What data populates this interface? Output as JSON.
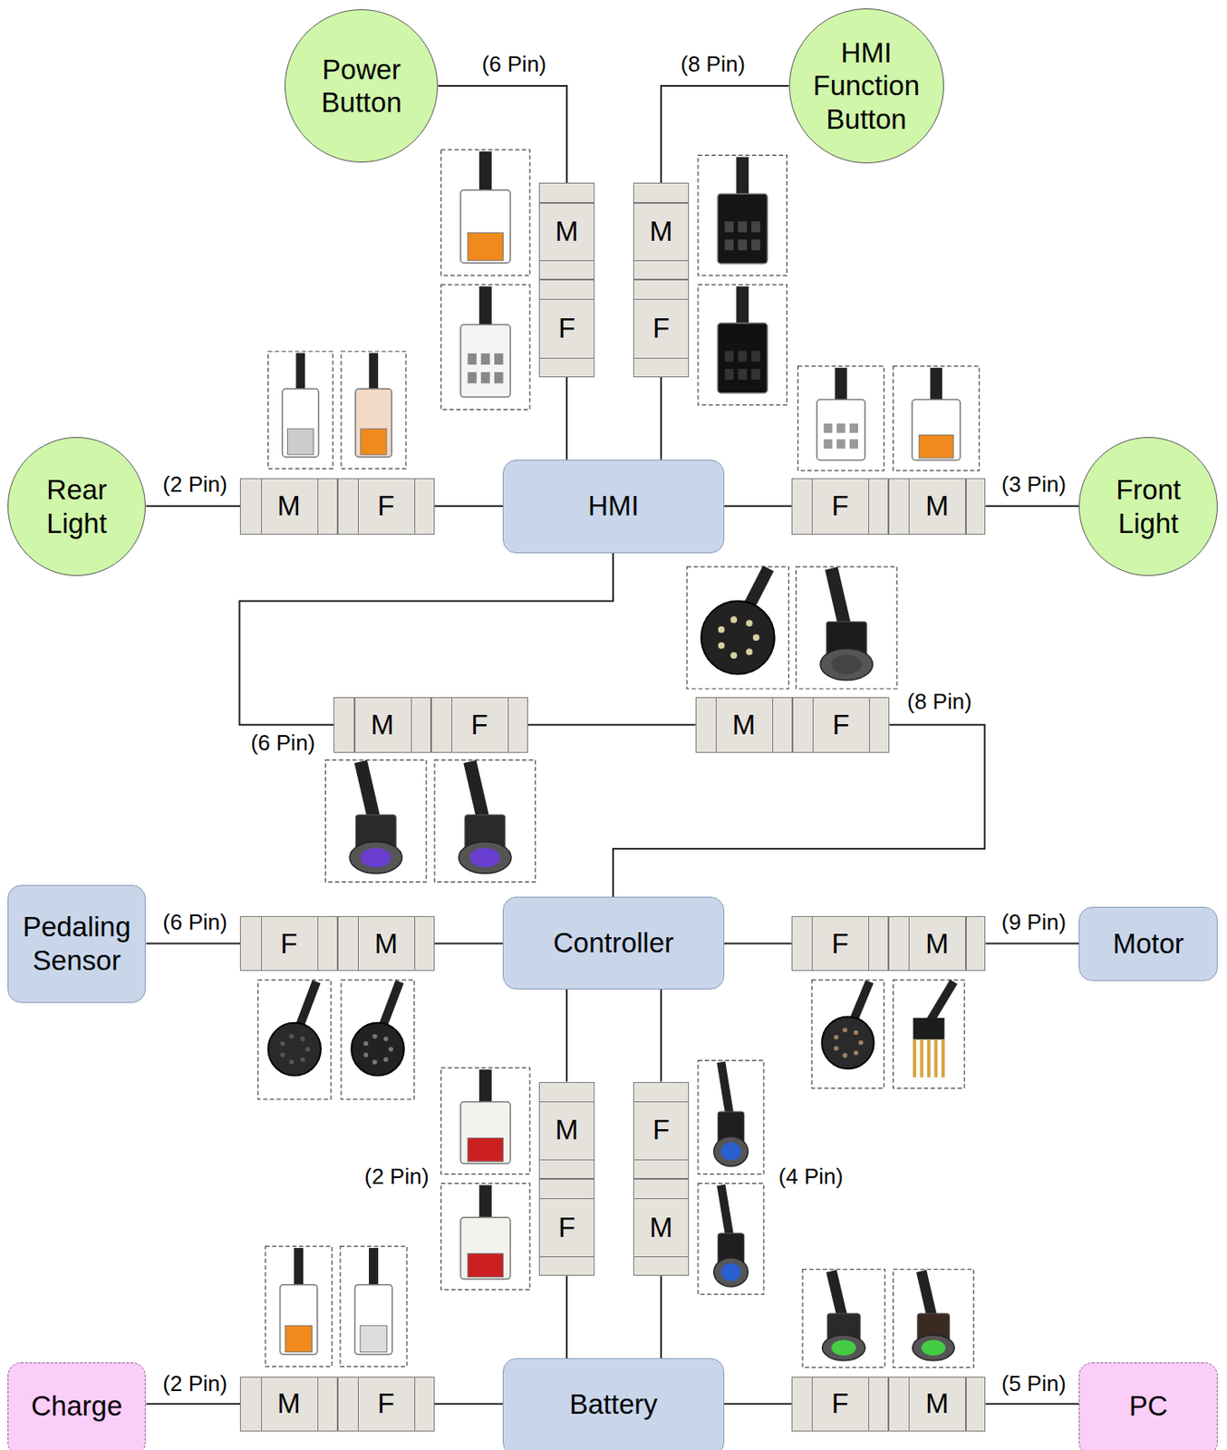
{
  "diagram": {
    "nodes": [
      {
        "text": [
          "Power Button"
        ]
      },
      {
        "text": [
          "HMI Function Button"
        ]
      },
      {
        "text": [
          "M"
        ]
      },
      {
        "text": [
          "M"
        ]
      },
      {
        "text": [
          "F"
        ]
      },
      {
        "text": [
          "F"
        ]
      },
      {
        "text": [
          "Rear Light"
        ]
      },
      {
        "text": [
          "M"
        ]
      },
      {
        "text": [
          "F"
        ]
      },
      {
        "text": [
          "HMI"
        ]
      },
      {
        "text": [
          "F"
        ]
      },
      {
        "text": [
          "M"
        ]
      },
      {
        "text": [
          "Front Light"
        ]
      },
      {
        "text": [
          "M"
        ]
      },
      {
        "text": [
          "F"
        ]
      },
      {
        "text": [
          "M"
        ]
      },
      {
        "text": [
          "F"
        ]
      },
      {
        "text": [
          "Pedaling Sensor"
        ]
      },
      {
        "text": [
          "F"
        ]
      },
      {
        "text": [
          "M"
        ]
      },
      {
        "text": [
          "Controller"
        ]
      },
      {
        "text": [
          "F"
        ]
      },
      {
        "text": [
          "M"
        ]
      },
      {
        "text": [
          "Motor"
        ]
      },
      {
        "text": [
          "M"
        ]
      },
      {
        "text": [
          "F"
        ]
      },
      {
        "text": [
          "F"
        ]
      },
      {
        "text": [
          "M"
        ]
      },
      {
        "text": [
          "Charge"
        ]
      },
      {
        "text": [
          "M"
        ]
      },
      {
        "text": [
          "F"
        ]
      },
      {
        "text": [
          "Battery"
        ]
      },
      {
        "text": [
          "F"
        ]
      },
      {
        "text": [
          "M"
        ]
      },
      {
        "text": [
          "PC"
        ]
      }
    ],
    "edges": [
      {
        "from": 0,
        "to": 2,
        "arrow": "none"
      },
      {
        "from": 4,
        "to": 9,
        "arrow": "none"
      },
      {
        "from": 1,
        "to": 3,
        "arrow": "none"
      },
      {
        "from": 5,
        "to": 9,
        "arrow": "none"
      },
      {
        "from": 6,
        "to": 7,
        "arrow": "none"
      },
      {
        "from": 8,
        "to": 9,
        "arrow": "none"
      },
      {
        "from": 9,
        "to": 10,
        "arrow": "none"
      },
      {
        "from": 11,
        "to": 12,
        "arrow": "none"
      },
      {
        "from": 9,
        "to": 13,
        "arrow": "none"
      },
      {
        "from": 14,
        "to": 15,
        "arrow": "none"
      },
      {
        "from": 16,
        "to": 20,
        "arrow": "none"
      },
      {
        "from": 17,
        "to": 18,
        "arrow": "none"
      },
      {
        "from": 19,
        "to": 20,
        "arrow": "none"
      },
      {
        "from": 20,
        "to": 21,
        "arrow": "none"
      },
      {
        "from": 22,
        "to": 23,
        "arrow": "none"
      },
      {
        "from": 20,
        "to": 24,
        "arrow": "none"
      },
      {
        "from": 20,
        "to": 25,
        "arrow": "none"
      },
      {
        "from": 26,
        "to": 31,
        "arrow": "none"
      },
      {
        "from": 27,
        "to": 31,
        "arrow": "none"
      },
      {
        "from": 28,
        "to": 29,
        "arrow": "none"
      },
      {
        "from": 30,
        "to": 31,
        "arrow": "none"
      },
      {
        "from": 31,
        "to": 32,
        "arrow": "none"
      },
      {
        "from": 33,
        "to": 34,
        "arrow": "none"
      }
    ],
    "labels": [
      "(6 Pin)",
      "(8 Pin)",
      "(2 Pin)",
      "(3 Pin)",
      "(6 Pin)",
      "(8 Pin)",
      "(6 Pin)",
      "(9 Pin)",
      "(2 Pin)",
      "(4 Pin)",
      "(2 Pin)",
      "(5 Pin)"
    ]
  }
}
